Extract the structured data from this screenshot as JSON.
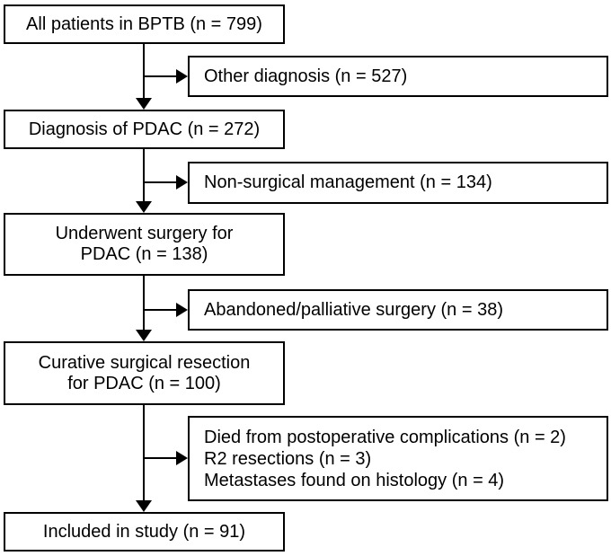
{
  "figure": {
    "type": "flow-diagram",
    "background_color": "#ffffff",
    "line_color": "#000000",
    "main_boxes": [
      {
        "id": "all-patients",
        "lines": [
          "All patients in BPTB (n = 799)"
        ]
      },
      {
        "id": "diagnosis-pdac",
        "lines": [
          "Diagnosis of PDAC (n = 272)"
        ]
      },
      {
        "id": "underwent-surgery",
        "lines": [
          "Underwent surgery for",
          "PDAC (n = 138)"
        ]
      },
      {
        "id": "curative-resection",
        "lines": [
          "Curative surgical resection",
          "for PDAC (n = 100)"
        ]
      },
      {
        "id": "included-in-study",
        "lines": [
          "Included in study (n = 91)"
        ]
      }
    ],
    "exclusion_boxes": [
      {
        "id": "other-diagnosis",
        "lines": [
          "Other diagnosis (n = 527)"
        ]
      },
      {
        "id": "non-surgical",
        "lines": [
          "Non-surgical management (n = 134)"
        ]
      },
      {
        "id": "abandoned-palliative",
        "lines": [
          "Abandoned/palliative surgery (n = 38)"
        ]
      },
      {
        "id": "postop-exclusions",
        "lines": [
          "Died from postoperative complications (n = 2)",
          "R2 resections (n = 3)",
          "Metastases found on histology (n = 4)"
        ]
      }
    ]
  }
}
